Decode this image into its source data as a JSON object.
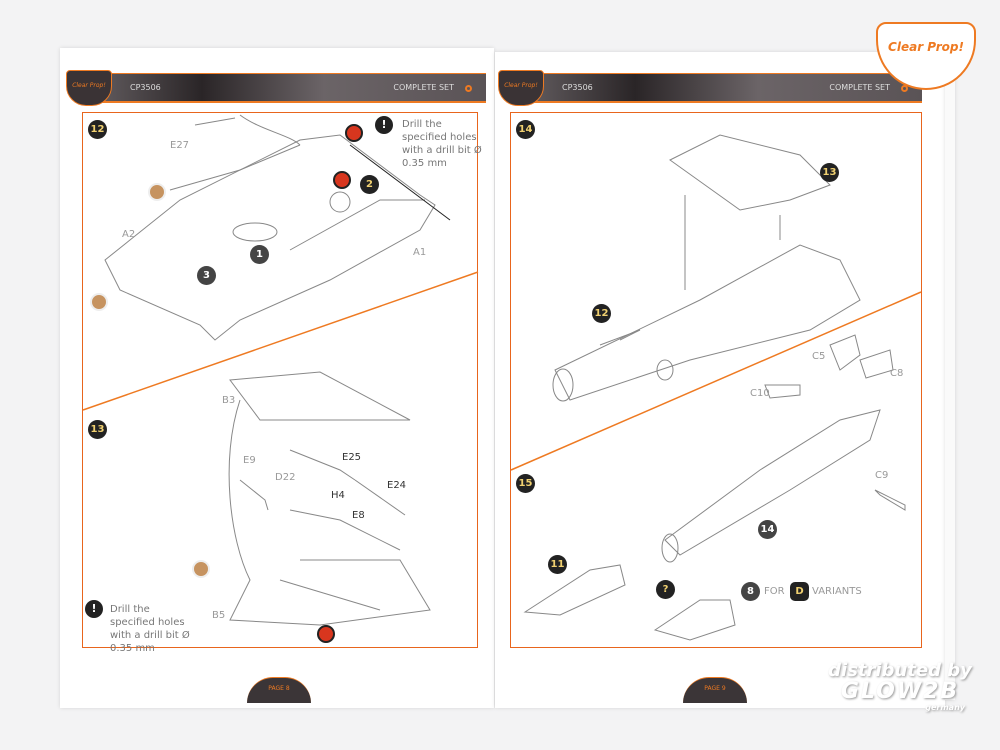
{
  "brand": "Clear Prop!",
  "left_page": {
    "code": "CP3506",
    "set": "COMPLETE SET",
    "page": "PAGE 8",
    "step12": {
      "num": "12",
      "note": "Drill the specified holes with a drill bit Ø 0.35 mm",
      "callouts": [
        "1",
        "2",
        "3"
      ],
      "parts": [
        "E27",
        "A2",
        "A1"
      ]
    },
    "step13": {
      "num": "13",
      "note": "Drill the specified holes with a drill bit Ø 0.35 mm",
      "parts": [
        "B3",
        "E9",
        "D22",
        "E25",
        "H4",
        "E24",
        "E8",
        "B5"
      ]
    }
  },
  "right_page": {
    "code": "CP3506",
    "set": "COMPLETE SET",
    "page": "PAGE 9",
    "step14": {
      "num": "14",
      "callouts": [
        "13",
        "12"
      ]
    },
    "step15": {
      "num": "15",
      "callouts": [
        "11",
        "14",
        "?",
        "8"
      ],
      "parts": [
        "C5",
        "C8",
        "C10",
        "C9"
      ],
      "for": "FOR",
      "variant": "D",
      "variants": "VARIANTS"
    }
  },
  "watermark": {
    "line1": "distributed by",
    "line2": "GLOW2B",
    "line3": "germany"
  },
  "colors": {
    "accent": "#ee7a22",
    "header": "#2a2527"
  }
}
